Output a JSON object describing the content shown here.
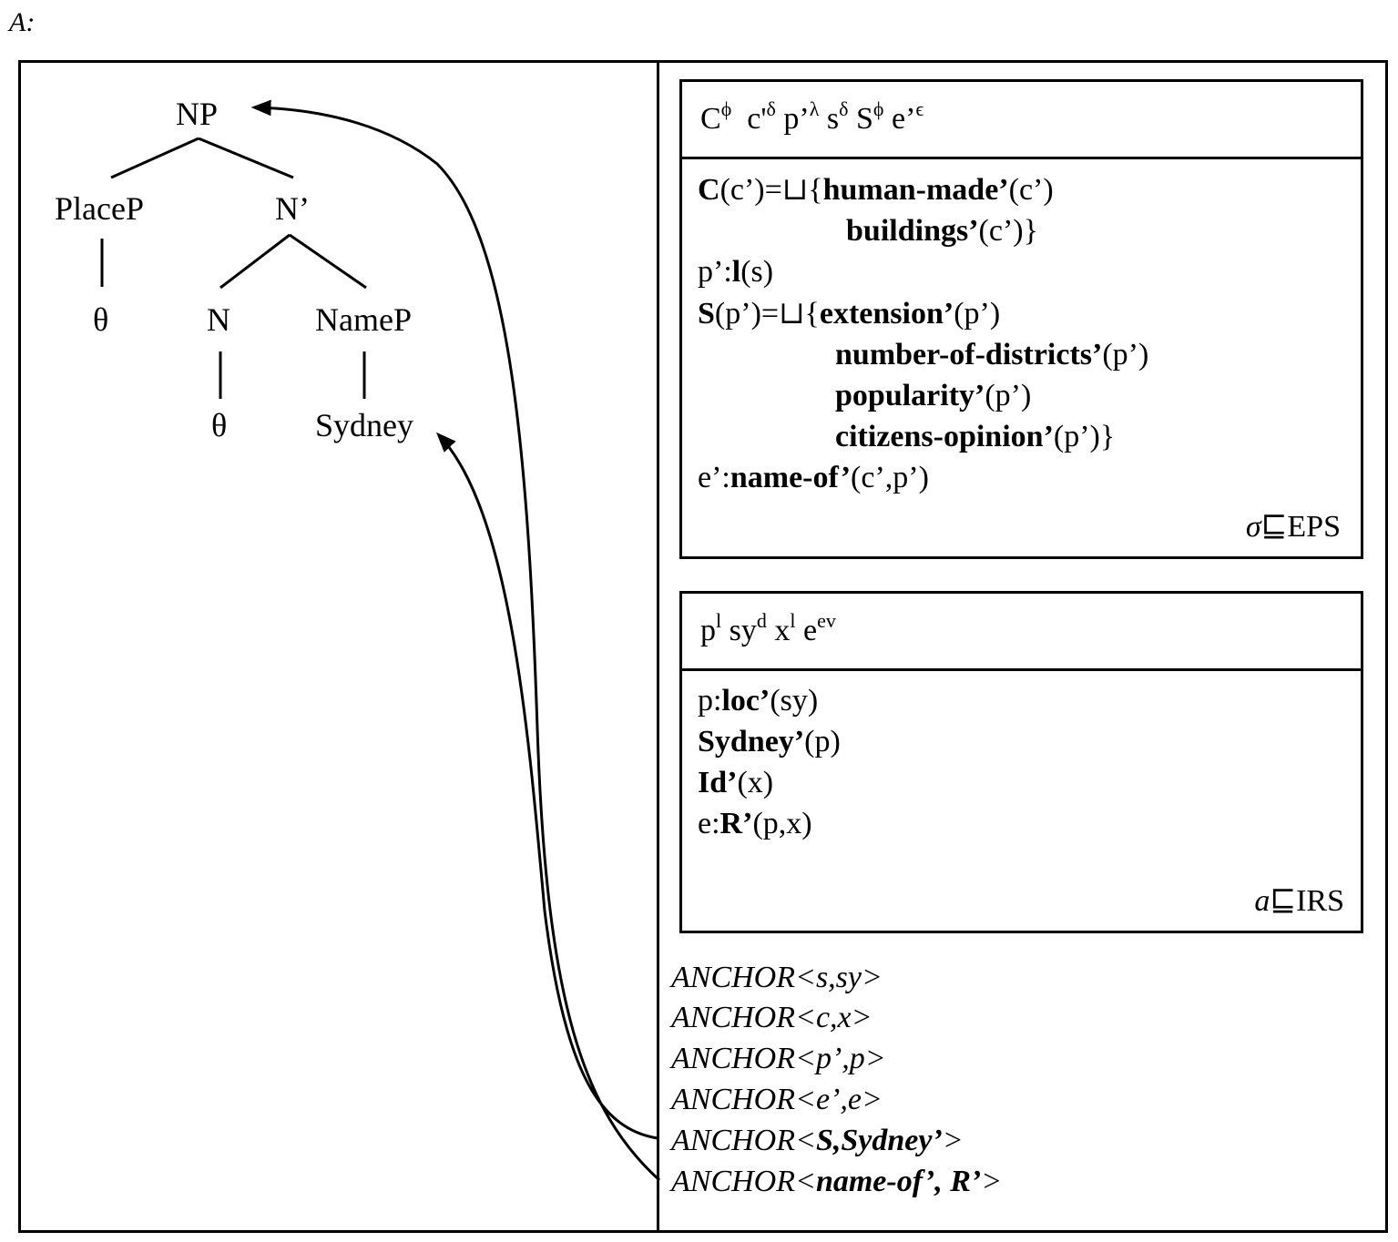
{
  "figure_label": "A:",
  "tree": {
    "np": "NP",
    "placep": "PlaceP",
    "nbar": "N’",
    "theta1": "θ",
    "n": "N",
    "namep": "NameP",
    "theta2": "θ",
    "sydney": "Sydney"
  },
  "eps_box": {
    "head": [
      "C",
      "ϕ",
      "c'",
      "δ",
      "p’",
      "λ",
      "s",
      "δ",
      "S",
      "ϕ",
      "e’",
      "ϵ"
    ],
    "lines": {
      "l1_bold_a": "C",
      "l1_a": "(c’)=⊔{",
      "l1_bold_b": "human-made’",
      "l1_b": "(c’)",
      "l2_bold": "buildings’",
      "l2": "(c’)}",
      "l3_a": "p’:",
      "l3_bold": "l",
      "l3_b": "(s)",
      "l4_bold_a": "S",
      "l4_a": "(p’)=⊔{",
      "l4_bold_b": "extension’",
      "l4_b": "(p’)",
      "l5_bold": "number-of-districts’",
      "l5": "(p’)",
      "l6_bold": "popularity’",
      "l6": "(p’)",
      "l7_bold": "citizens-opinion’",
      "l7": "(p’)}",
      "l8_a": "e’:",
      "l8_bold": "name-of’",
      "l8_b": "(c’,p’)"
    },
    "tag_sigma": "σ",
    "tag_rest": "⊑EPS"
  },
  "irs_box": {
    "head": [
      "p",
      "l",
      "sy",
      "d",
      "x",
      "l",
      "e",
      "ev"
    ],
    "lines": {
      "l1_a": "p:",
      "l1_bold": "loc’",
      "l1_b": "(sy)",
      "l2_bold": "Sydney’",
      "l2": "(p)",
      "l3_bold": "Id’",
      "l3": "(x)",
      "l4_a": "e:",
      "l4_bold": "R’",
      "l4_b": "(p,x)"
    },
    "tag_a": "a",
    "tag_rest": "⊑IRS"
  },
  "anchors": {
    "a1": "ANCHOR<s,sy>",
    "a2": "ANCHOR<c,x>",
    "a3": "ANCHOR<p’,p>",
    "a4": "ANCHOR<e’,e>",
    "a5_pre": "ANCHOR<",
    "a5_bold": "S,Sydney’",
    "a5_post": ">",
    "a6_pre": "ANCHOR<",
    "a6_bold": "name-of’, R’",
    "a6_post": ">"
  }
}
